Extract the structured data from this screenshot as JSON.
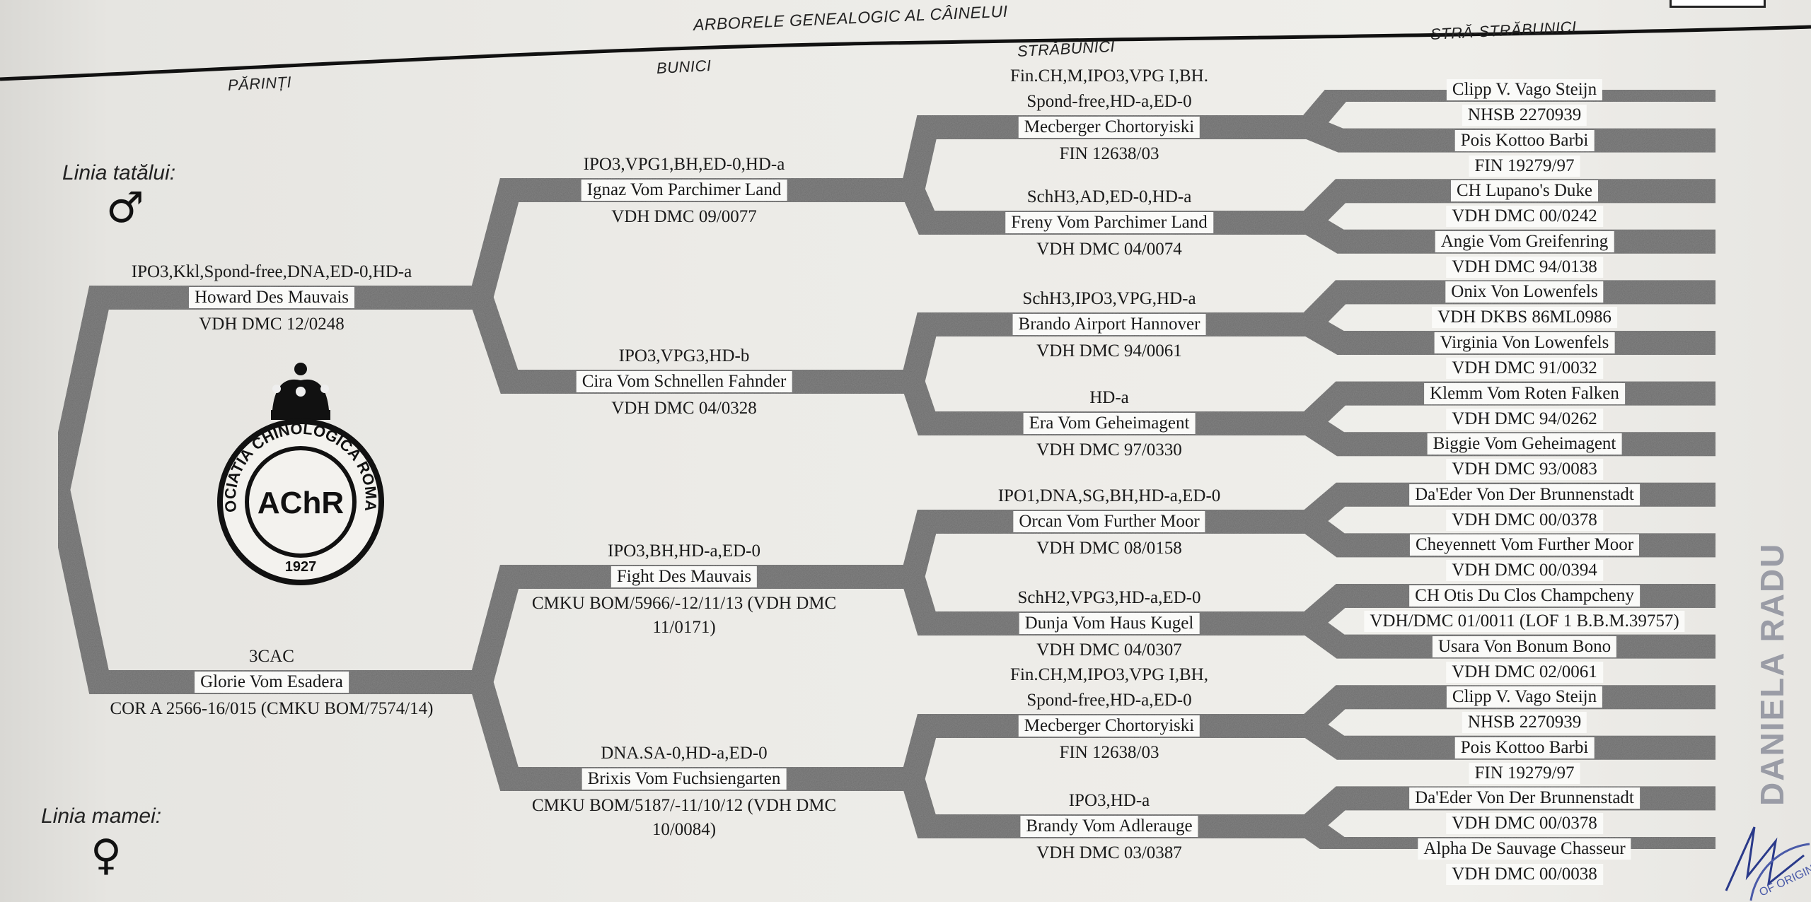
{
  "header": {
    "title": "ARBORELE GENEALOGIC AL CÂINELUI",
    "columns": {
      "parents": "PĂRINȚI",
      "grandparents": "BUNICI",
      "great_grandparents": "STRĂBUNICI",
      "great_great_grandparents": "STRĂ-STRĂBUNICI"
    },
    "father_line": "Linia tatălui:",
    "father_symbol": "♂",
    "mother_line": "Linia mamei:",
    "mother_symbol": "♀"
  },
  "logo": {
    "ring_text": "ASOCIATIA CHINOLOGICA ROMANA",
    "monogram": "AChR",
    "year": "1927"
  },
  "stamp": {
    "name": "DANIELA RADU",
    "seal_text": "OF ORIGIN"
  },
  "parents": [
    {
      "cert": [
        "IPO3,Kkl,Spond-free,DNA,ED-0,HD-a"
      ],
      "name": "Howard Des Mauvais",
      "reg": [
        "VDH DMC 12/0248"
      ]
    },
    {
      "cert": [
        "3CAC"
      ],
      "name": "Glorie Vom Esadera",
      "reg": [
        "COR A 2566-16/015 (CMKU BOM/7574/14)"
      ]
    }
  ],
  "grandparents": [
    {
      "cert": [
        "IPO3,VPG1,BH,ED-0,HD-a"
      ],
      "name": "Ignaz Vom Parchimer Land",
      "reg": [
        "VDH DMC 09/0077"
      ]
    },
    {
      "cert": [
        "IPO3,VPG3,HD-b"
      ],
      "name": "Cira Vom Schnellen Fahnder",
      "reg": [
        "VDH DMC 04/0328"
      ]
    },
    {
      "cert": [
        "IPO3,BH,HD-a,ED-0"
      ],
      "name": "Fight Des Mauvais",
      "reg": [
        "CMKU BOM/5966/-12/11/13 (VDH DMC",
        "11/0171)"
      ]
    },
    {
      "cert": [
        "DNA.SA-0,HD-a,ED-0"
      ],
      "name": "Brixis Vom Fuchsiengarten",
      "reg": [
        "CMKU BOM/5187/-11/10/12 (VDH DMC",
        "10/0084)"
      ]
    }
  ],
  "great_grandparents": [
    {
      "cert": [
        "Fin.CH,M,IPO3,VPG I,BH.",
        "Spond-free,HD-a,ED-0"
      ],
      "name": "Mecberger Chortoryiski",
      "reg": [
        "FIN 12638/03"
      ]
    },
    {
      "cert": [
        "SchH3,AD,ED-0,HD-a"
      ],
      "name": "Freny Vom Parchimer Land",
      "reg": [
        "VDH DMC 04/0074"
      ]
    },
    {
      "cert": [
        "SchH3,IPO3,VPG,HD-a"
      ],
      "name": "Brando Airport Hannover",
      "reg": [
        "VDH DMC 94/0061"
      ]
    },
    {
      "cert": [
        "HD-a"
      ],
      "name": "Era Vom Geheimagent",
      "reg": [
        "VDH DMC 97/0330"
      ]
    },
    {
      "cert": [
        "IPO1,DNA,SG,BH,HD-a,ED-0"
      ],
      "name": "Orcan Vom Further Moor",
      "reg": [
        "VDH DMC 08/0158"
      ]
    },
    {
      "cert": [
        "SchH2,VPG3,HD-a,ED-0"
      ],
      "name": "Dunja Vom Haus Kugel",
      "reg": [
        "VDH DMC 04/0307"
      ]
    },
    {
      "cert": [
        "Fin.CH,M,IPO3,VPG I,BH,",
        "Spond-free,HD-a,ED-0"
      ],
      "name": "Mecberger Chortoryiski",
      "reg": [
        "FIN 12638/03"
      ]
    },
    {
      "cert": [
        "IPO3,HD-a"
      ],
      "name": "Brandy Vom Adlerauge",
      "reg": [
        "VDH DMC 03/0387"
      ]
    }
  ],
  "great_great_grandparents": [
    {
      "name": "Clipp V. Vago Steijn",
      "reg": "NHSB 2270939"
    },
    {
      "name": "Pois Kottoo Barbi",
      "reg": "FIN 19279/97"
    },
    {
      "name": "CH Lupano's Duke",
      "reg": "VDH DMC 00/0242"
    },
    {
      "name": "Angie Vom Greifenring",
      "reg": "VDH DMC 94/0138"
    },
    {
      "name": "Onix Von Lowenfels",
      "reg": "VDH DKBS 86ML0986"
    },
    {
      "name": "Virginia Von Lowenfels",
      "reg": "VDH DMC 91/0032"
    },
    {
      "name": "Klemm Vom Roten Falken",
      "reg": "VDH DMC 94/0262"
    },
    {
      "name": "Biggie Vom Geheimagent",
      "reg": "VDH DMC 93/0083"
    },
    {
      "name": "Da'Eder Von Der Brunnenstadt",
      "reg": "VDH DMC 00/0378"
    },
    {
      "name": "Cheyennett Vom Further Moor",
      "reg": "VDH DMC 00/0394"
    },
    {
      "name": "CH Otis Du Clos Champcheny",
      "reg": "VDH/DMC 01/0011 (LOF 1 B.B.M.39757)"
    },
    {
      "name": "Usara Von Bonum Bono",
      "reg": "VDH DMC 02/0061"
    },
    {
      "name": "Clipp V. Vago Steijn",
      "reg": "NHSB 2270939"
    },
    {
      "name": "Pois Kottoo Barbi",
      "reg": "FIN 19279/97"
    },
    {
      "name": "Da'Eder Von Der Brunnenstadt",
      "reg": "VDH DMC 00/0378"
    },
    {
      "name": "Alpha De Sauvage Chasseur",
      "reg": "VDH DMC 00/0038"
    }
  ]
}
